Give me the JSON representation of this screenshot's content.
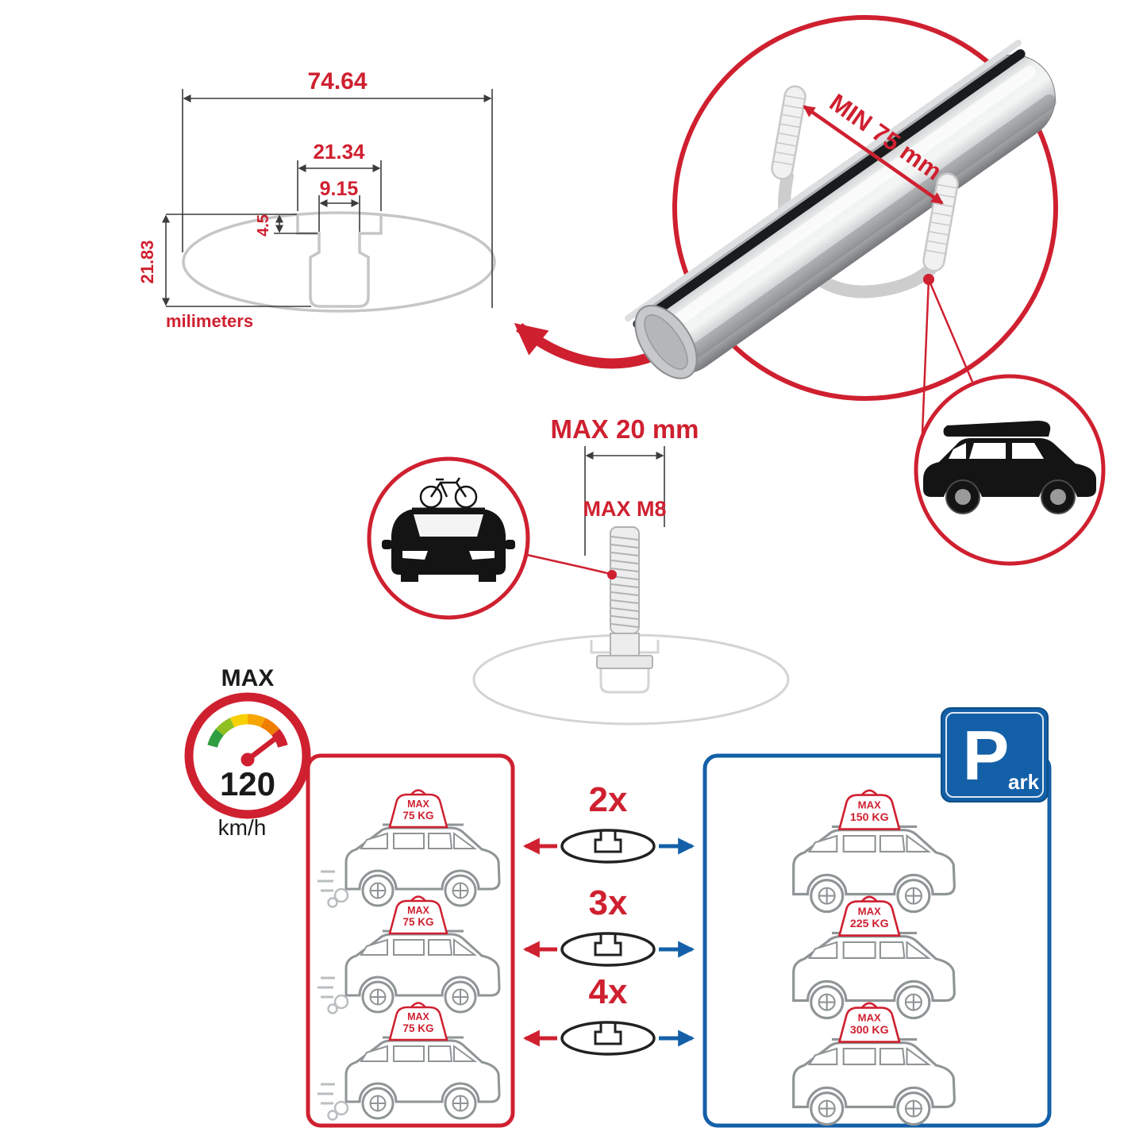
{
  "dimensions": {
    "width_total": "74.64",
    "width_slot_outer": "21.34",
    "width_slot_inner": "9.15",
    "depth_slot": "4.5",
    "height_total": "21.83",
    "unit_label": "milimeters"
  },
  "bar_detail": {
    "min_gap_label": "MIN 75 mm"
  },
  "bolt": {
    "max_length_label": "MAX 20 mm",
    "max_thread_label": "MAX M8"
  },
  "speed": {
    "max_label": "MAX",
    "value": "120",
    "unit": "km/h"
  },
  "quantity": {
    "items": [
      "2x",
      "3x",
      "4x"
    ]
  },
  "driving_panel": {
    "cars": [
      {
        "load": "MAX",
        "weight": "75 KG"
      },
      {
        "load": "MAX",
        "weight": "75 KG"
      },
      {
        "load": "MAX",
        "weight": "75 KG"
      }
    ]
  },
  "parking_panel": {
    "sign": {
      "letter": "P",
      "text": "ark"
    },
    "cars": [
      {
        "load": "MAX",
        "weight": "150 KG"
      },
      {
        "load": "MAX",
        "weight": "225 KG"
      },
      {
        "load": "MAX",
        "weight": "300 KG"
      }
    ]
  },
  "colors": {
    "accent_red": "#cf2030",
    "accent_blue": "#1460a8",
    "outline_gray": "#c6c6c6",
    "silhouette_dark": "#1a1a1a",
    "bar_silver": "#d8d9da"
  }
}
